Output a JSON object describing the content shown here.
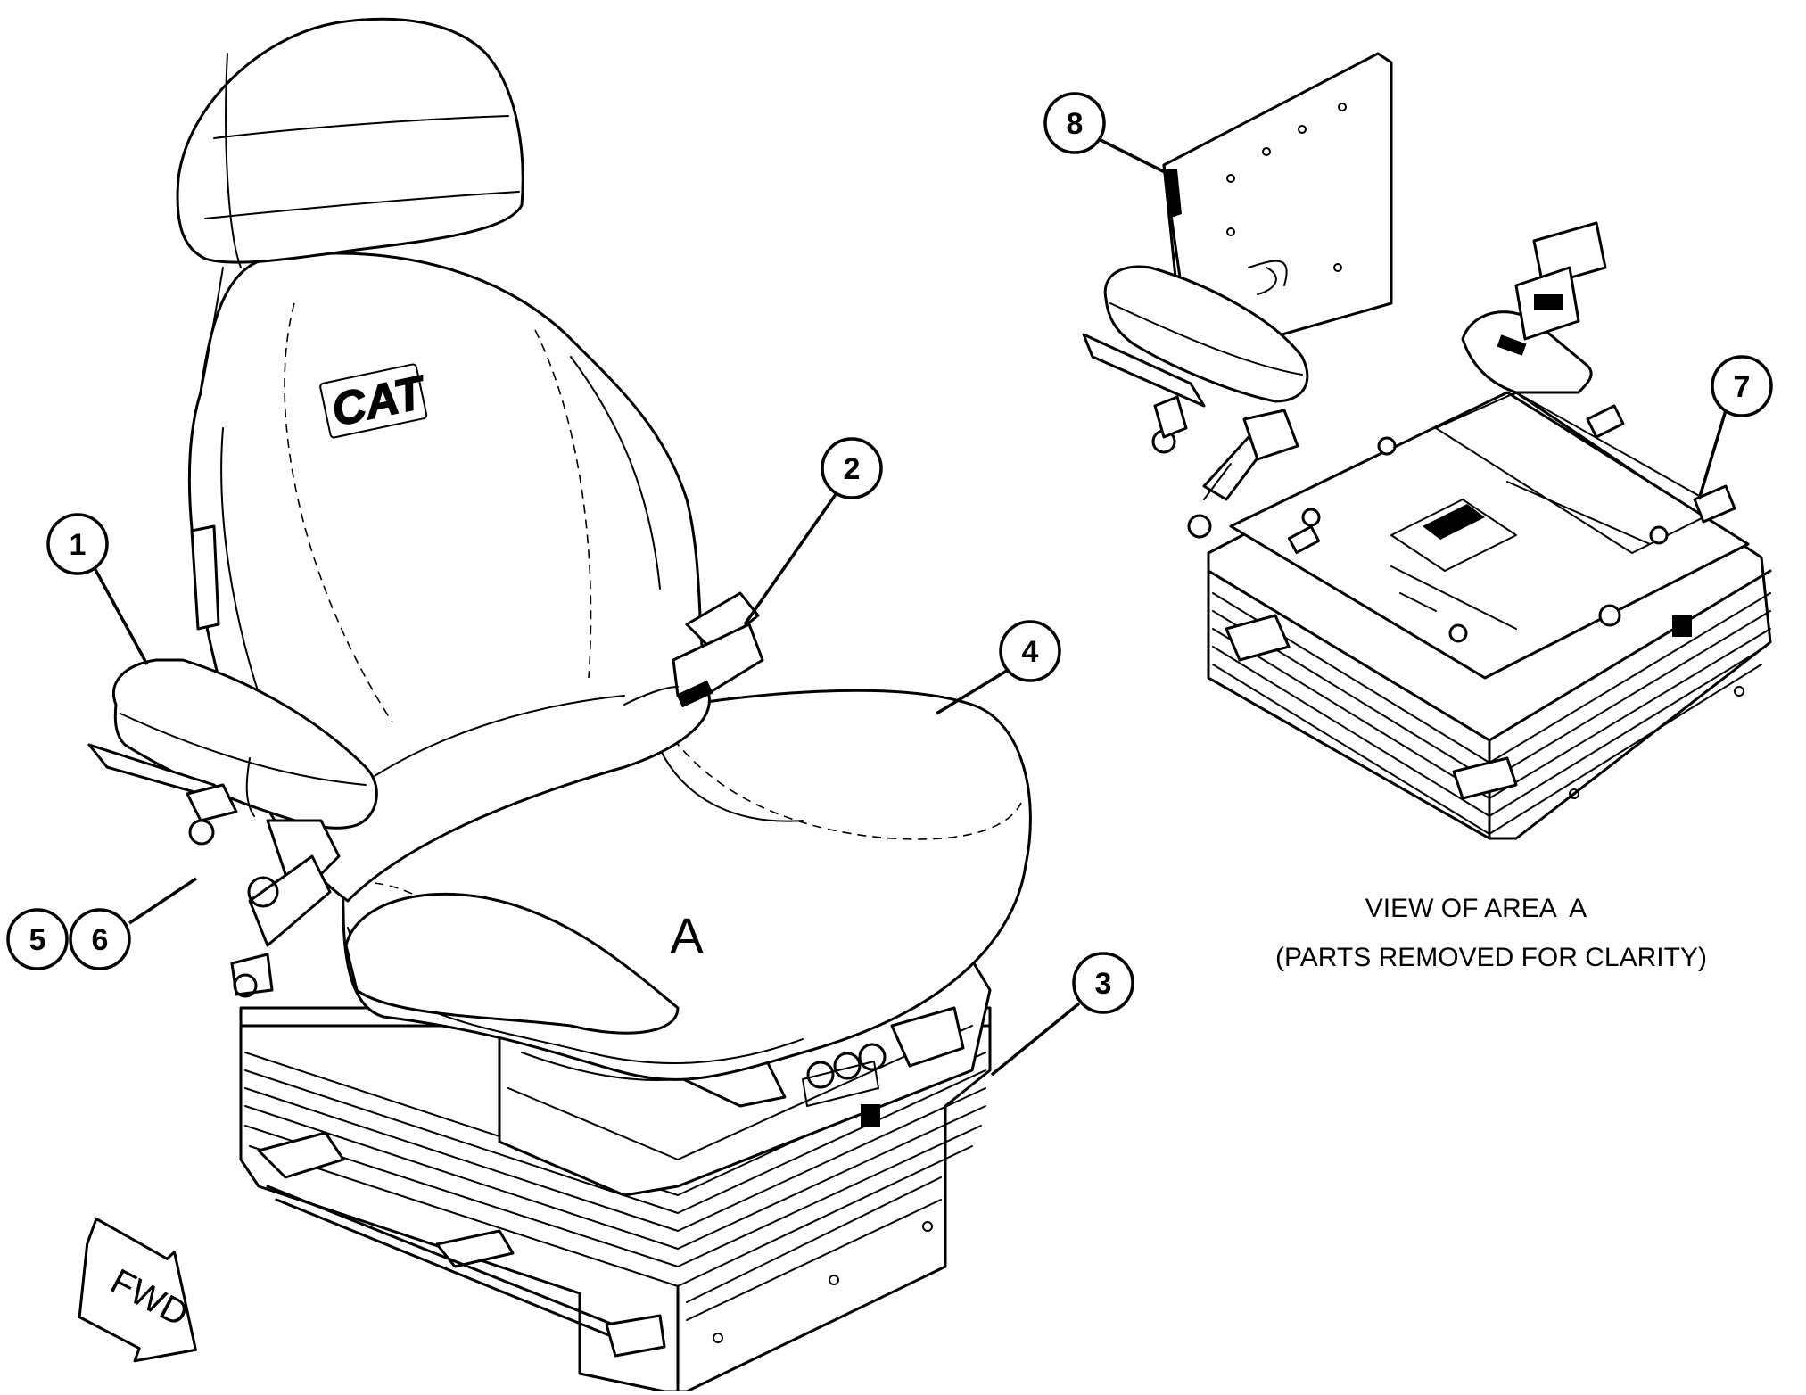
{
  "callouts": [
    {
      "id": "1",
      "label": "1"
    },
    {
      "id": "2",
      "label": "2"
    },
    {
      "id": "3",
      "label": "3"
    },
    {
      "id": "4",
      "label": "4"
    },
    {
      "id": "5",
      "label": "5"
    },
    {
      "id": "6",
      "label": "6"
    },
    {
      "id": "7",
      "label": "7"
    },
    {
      "id": "8",
      "label": "8"
    }
  ],
  "seat_logo": "CAT",
  "area_label": "A",
  "view_caption": {
    "line1": "VIEW OF AREA  A",
    "line2": "(PARTS REMOVED FOR CLARITY)"
  },
  "direction_arrow": {
    "label": "FWD"
  }
}
